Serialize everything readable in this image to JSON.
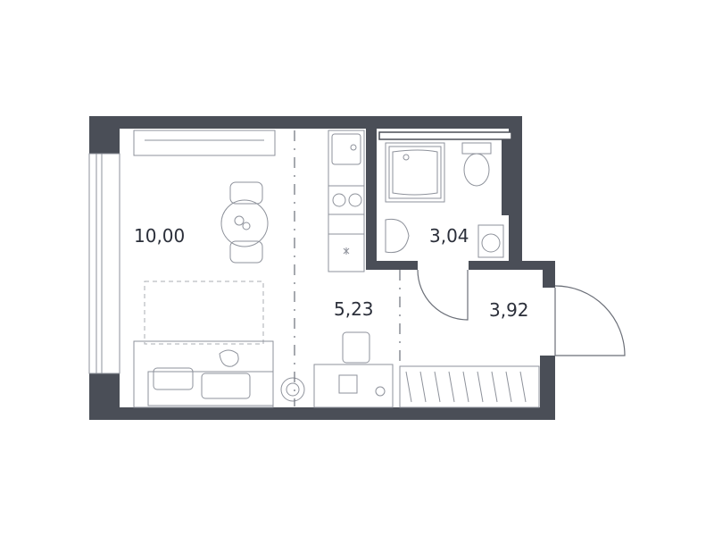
{
  "rooms": {
    "living": {
      "area": "10,00"
    },
    "hall": {
      "area": "5,23"
    },
    "bathroom": {
      "area": "3,04"
    },
    "balcony": {
      "area": "3,92"
    }
  },
  "colors": {
    "wall": "#4a4e57",
    "fixture": "#8e929b",
    "label": "#2b2f3a"
  }
}
